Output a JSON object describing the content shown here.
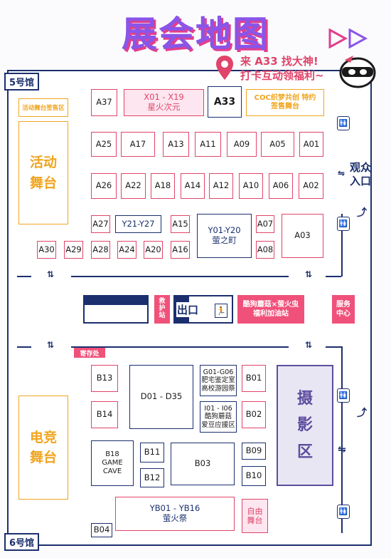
{
  "title": "展会地图",
  "halls": {
    "top": "5号馆",
    "bottom": "6号馆"
  },
  "callout": {
    "line1": "来 A33 找大神!",
    "line2": "打卡互动领福利~"
  },
  "stages": {
    "activity_sign": "活动舞台签售区",
    "activity": "活动\n舞台",
    "esports": "电竞\n舞台",
    "photo": "摄\n影\n区",
    "free": "自由\n舞台",
    "coc": "COC织梦共创 特约\n签售舞台"
  },
  "booths": {
    "a37": "A37",
    "x01": "X01 - X19\n星火次元",
    "a33": "A33",
    "a25": "A25",
    "a17": "A17",
    "a13": "A13",
    "a11": "A11",
    "a09": "A09",
    "a05": "A05",
    "a01": "A01",
    "a26": "A26",
    "a22": "A22",
    "a18": "A18",
    "a14": "A14",
    "a12": "A12",
    "a10": "A10",
    "a06": "A06",
    "a02": "A02",
    "a27": "A27",
    "y21": "Y21-Y27",
    "a15": "A15",
    "y01": "Y01-Y20\n萤之町",
    "a07": "A07",
    "a03": "A03",
    "a30": "A30",
    "a29": "A29",
    "a28": "A28",
    "a24": "A24",
    "a20": "A20",
    "a16": "A16",
    "a08": "A08",
    "b13": "B13",
    "d01": "D01 - D35",
    "g01": "G01-G06\n肥宅鉴定室\n高校游园祭",
    "b01": "B01",
    "i01": "I01 - I06\n酷狗蘑菇\n爱豆应援区",
    "b14": "B14",
    "b02": "B02",
    "b18": "B18\nGAME\nCAVE",
    "b11": "B11",
    "b03": "B03",
    "b09": "B09",
    "b12": "B12",
    "b10": "B10",
    "yb01": "YB01 - YB16\n萤火祭",
    "b04": "B04"
  },
  "facilities": {
    "first_aid": "救\n护\n站",
    "exit": "出口",
    "supply": "酷狗蘑菇×萤火虫\n福利加油站",
    "service": "服务\n中心",
    "storage": "寄存处",
    "audience_entry": "观众\n入口"
  },
  "icons": [
    "location-pin-icon",
    "restroom-icon",
    "escalator-icon",
    "exit-running-man-icon",
    "bidirectional-arrow-icon",
    "play-triangle-icon",
    "mascot-ninja-icon"
  ],
  "colors": {
    "navy": "#1b2f6e",
    "pink": "#e0446a",
    "orange": "#f0a51f",
    "purple": "#5d4d9e"
  }
}
